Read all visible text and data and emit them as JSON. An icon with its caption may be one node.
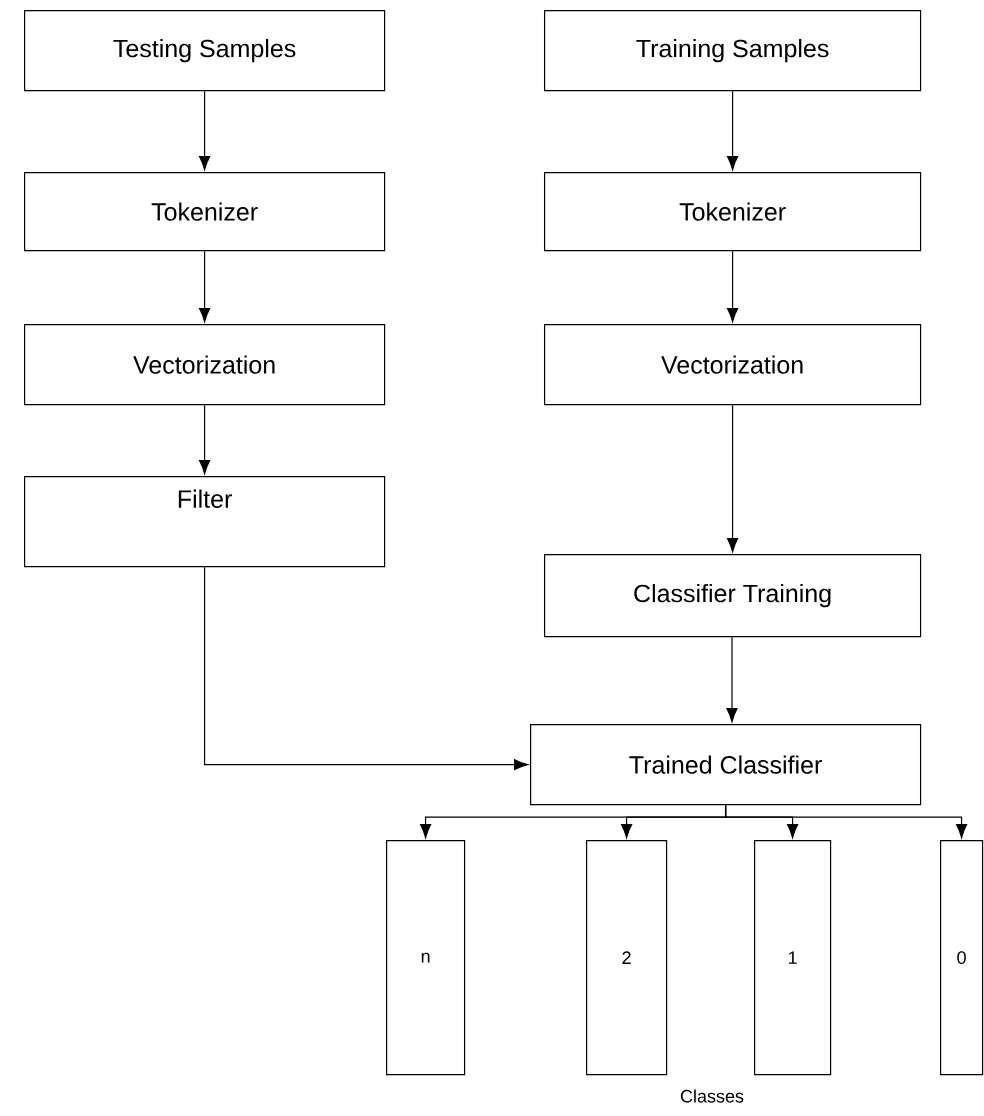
{
  "diagram": {
    "nodes": [
      {
        "text": [
          "Testing Samples"
        ]
      },
      {
        "text": [
          "Tokenizer"
        ]
      },
      {
        "text": [
          "Vectorization"
        ]
      },
      {
        "text": [
          "Filter"
        ]
      },
      {
        "text": [
          "Training Samples"
        ]
      },
      {
        "text": [
          "Tokenizer"
        ]
      },
      {
        "text": [
          "Vectorization"
        ]
      },
      {
        "text": [
          "Classifier Training"
        ]
      },
      {
        "text": [
          "Trained Classifier"
        ]
      },
      {
        "text": [
          "n"
        ]
      },
      {
        "text": [
          "2"
        ]
      },
      {
        "text": [
          "1"
        ]
      },
      {
        "text": [
          "0"
        ]
      }
    ],
    "edges": [
      {
        "from": 0,
        "to": 1,
        "arrow": "to"
      },
      {
        "from": 1,
        "to": 2,
        "arrow": "to"
      },
      {
        "from": 2,
        "to": 3,
        "arrow": "to"
      },
      {
        "from": 3,
        "to": 8,
        "arrow": "to"
      },
      {
        "from": 4,
        "to": 5,
        "arrow": "to"
      },
      {
        "from": 5,
        "to": 6,
        "arrow": "to"
      },
      {
        "from": 6,
        "to": 7,
        "arrow": "to"
      },
      {
        "from": 7,
        "to": 8,
        "arrow": "to"
      },
      {
        "from": 8,
        "to": 9,
        "arrow": "to"
      },
      {
        "from": 8,
        "to": 10,
        "arrow": "to"
      },
      {
        "from": 8,
        "to": 11,
        "arrow": "to"
      },
      {
        "from": 8,
        "to": 12,
        "arrow": "to"
      }
    ],
    "labels": [
      "Classes"
    ]
  }
}
